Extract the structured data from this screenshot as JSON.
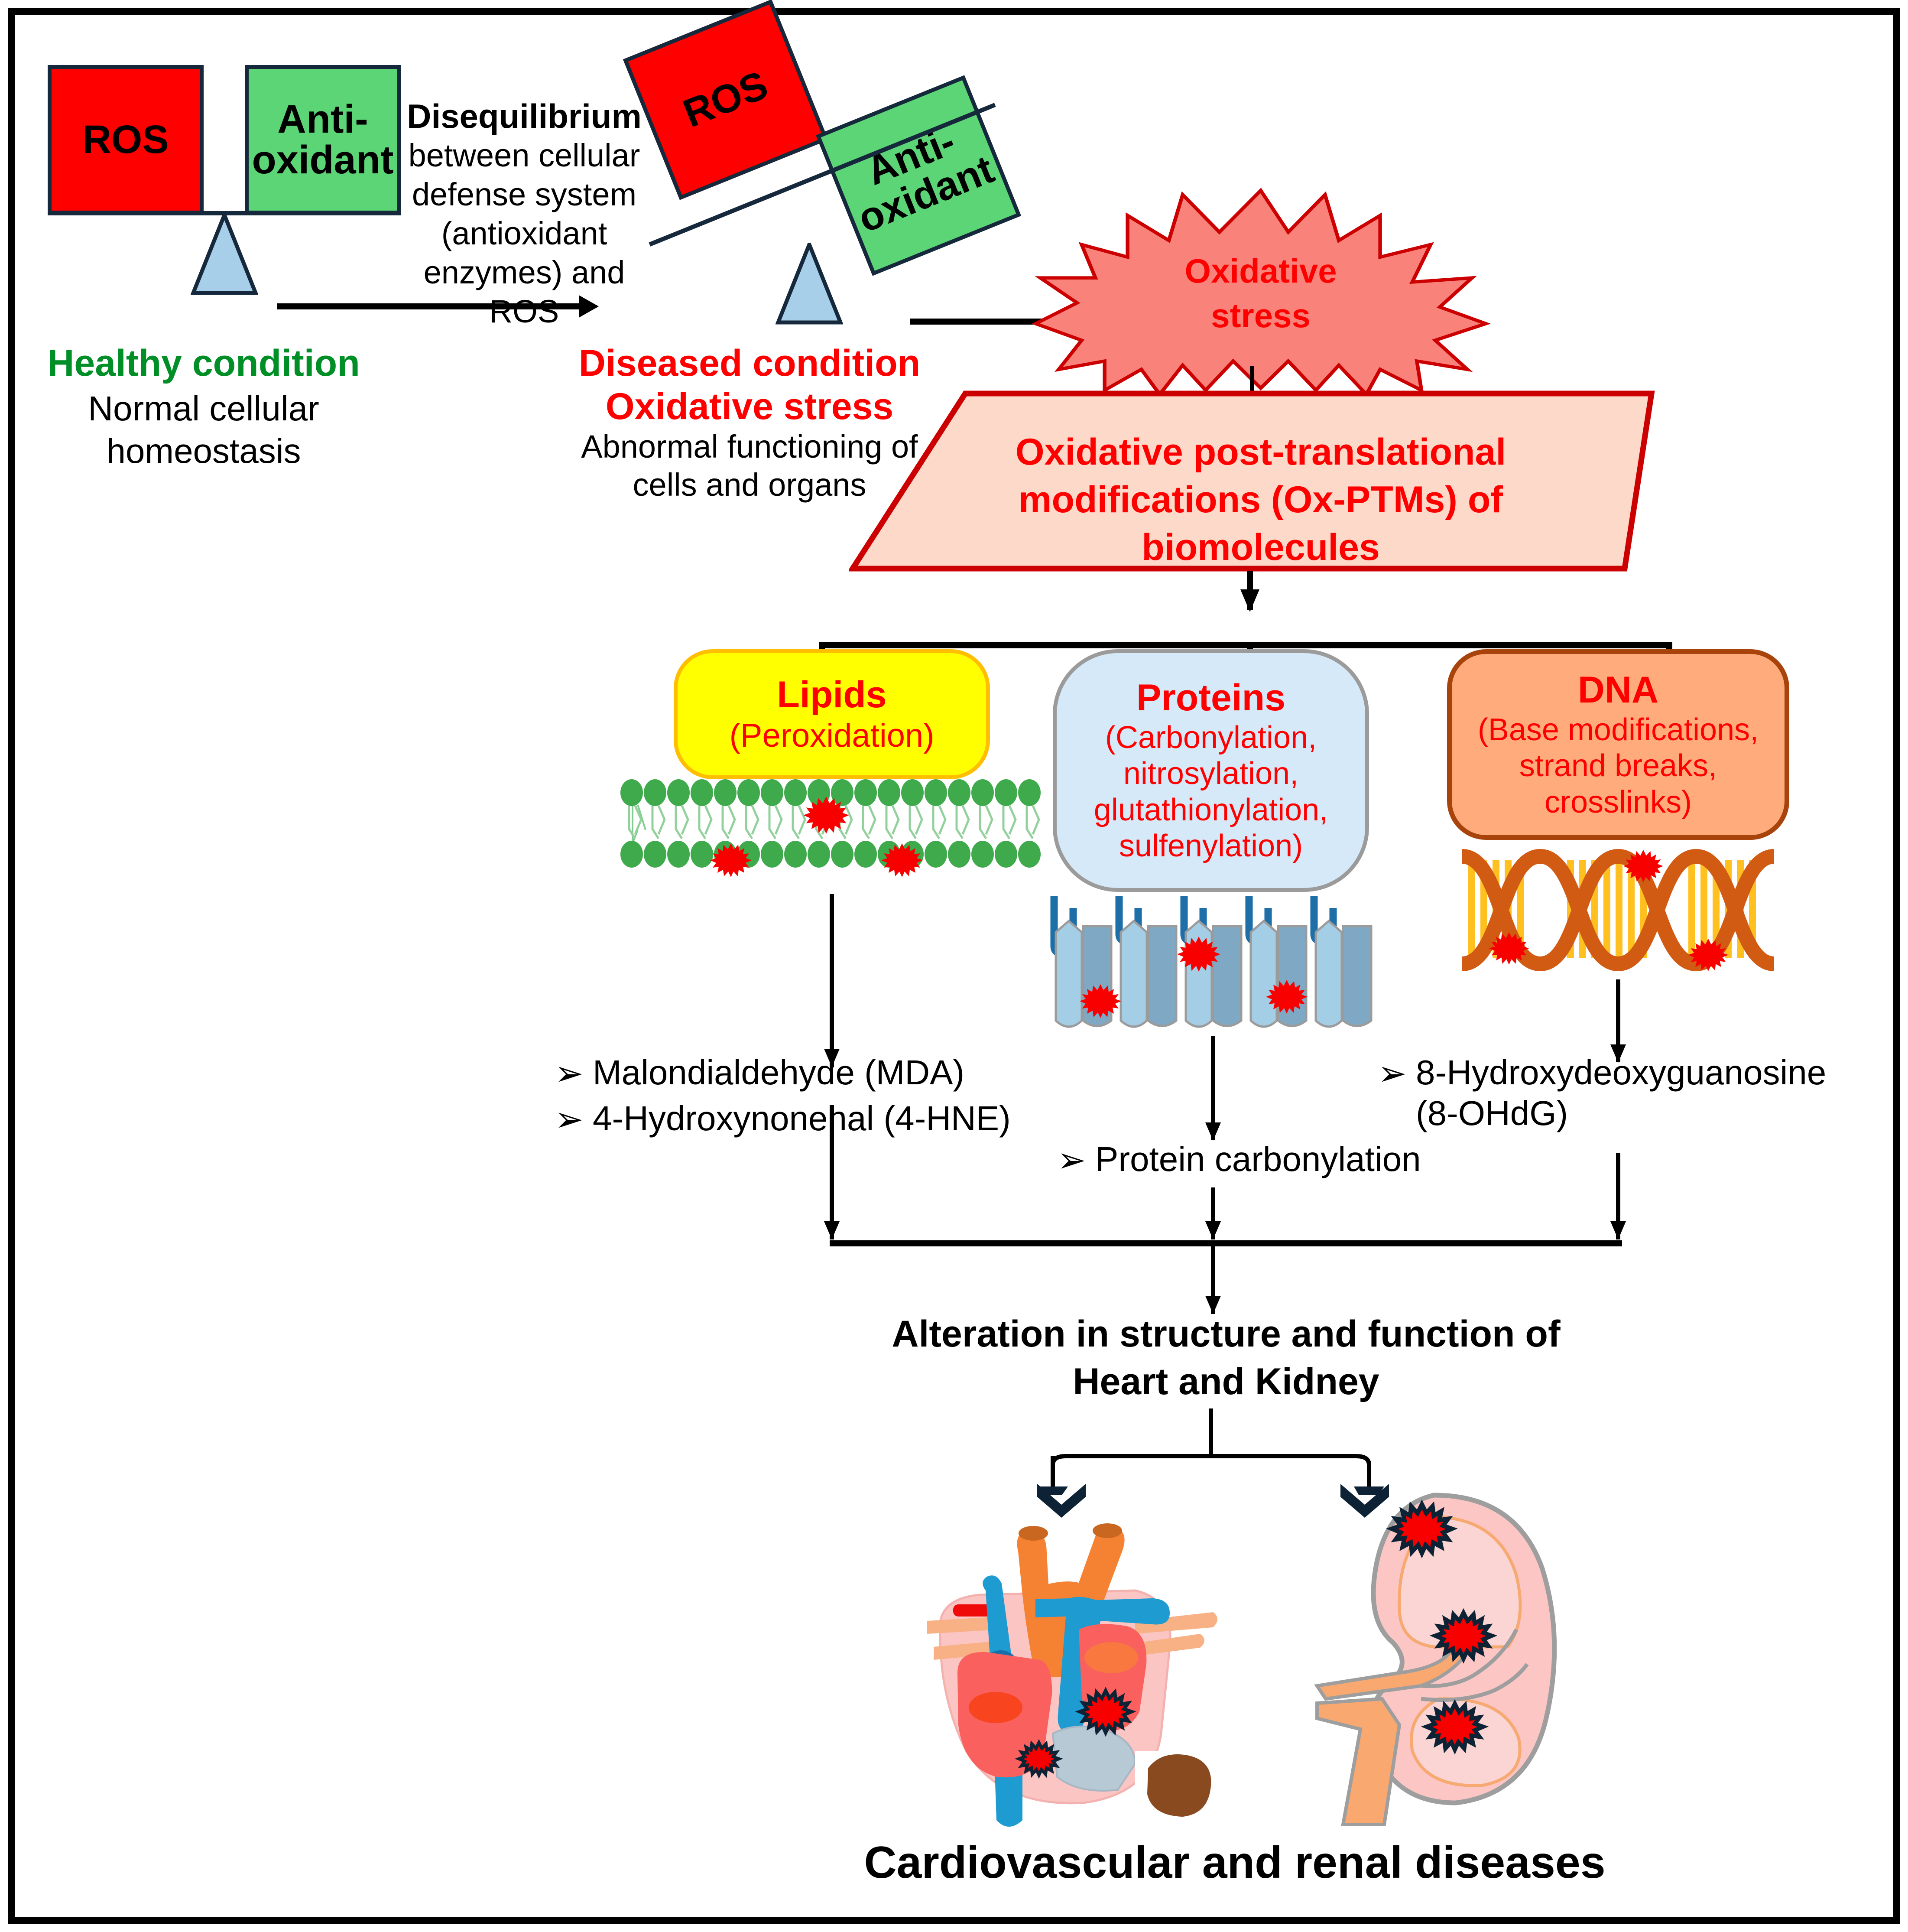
{
  "diagram": {
    "title_semantics": "Oxidative stress pathway to cardiovascular and renal diseases",
    "balance_healthy": {
      "ros_label": "ROS",
      "antioxidant_label": "Anti-\noxidant",
      "caption_title": "Healthy condition",
      "caption_body_line1": "Normal cellular",
      "caption_body_line2": "homeostasis"
    },
    "transition_text": {
      "line1": "Disequilibrium",
      "line2": "between cellular",
      "line3": "defense system",
      "line4": "(antioxidant",
      "line5": "enzymes) and",
      "line6": "ROS"
    },
    "balance_diseased": {
      "ros_label": "ROS",
      "antioxidant_label": "Anti-\noxidant",
      "caption_title_line1": "Diseased condition",
      "caption_title_line2": "Oxidative stress",
      "caption_body_line1": "Abnormal functioning of",
      "caption_body_line2": "cells and organs"
    },
    "burst": {
      "line1": "Oxidative",
      "line2": "stress"
    },
    "trapezoid": {
      "line1": "Oxidative post-translational",
      "line2": "modifications (Ox-PTMs) of",
      "line3": "biomolecules"
    },
    "targets": [
      {
        "key": "lipids",
        "heading": "Lipids",
        "sub_lines": [
          "(Peroxidation)"
        ],
        "fill": "#ffff00",
        "stroke": "#ffbf00",
        "markers": [
          "Malondialdehyde (MDA)",
          "4-Hydroxynonenal (4-HNE)"
        ]
      },
      {
        "key": "proteins",
        "heading": "Proteins",
        "sub_lines": [
          "(Carbonylation,",
          "nitrosylation,",
          "glutathionylation,",
          "sulfenylation)"
        ],
        "fill": "#d6e9f8",
        "stroke": "#9b9b9b",
        "markers": [
          "Protein carbonylation"
        ]
      },
      {
        "key": "dna",
        "heading": "DNA",
        "sub_lines": [
          "(Base modifications,",
          "strand breaks,",
          "crosslinks)"
        ],
        "fill": "#ffab7c",
        "stroke": "#a8430b",
        "markers": [
          "8-Hydroxydeoxyguanosine",
          "(8-OHdG)"
        ]
      }
    ],
    "bullet_glyph": "➢",
    "outcome": {
      "line1": "Alteration in structure and function of",
      "line2": "Heart and Kidney"
    },
    "final": "Cardiovascular and renal diseases",
    "organs": {
      "heart_label": "heart-illustration",
      "kidney_label": "kidney-illustration"
    },
    "colors": {
      "ros_red": "#fe0000",
      "antioxidant_green": "#5cd577",
      "fulcrum_blue": "#a8cfea",
      "healthy_green_text": "#008f26",
      "diseased_red_text": "#ff0000",
      "burst_fill": "#f9837b",
      "burst_stroke": "#cc0000",
      "trapezoid_fill": "#fcd9c8",
      "trapezoid_stroke": "#cc0000",
      "lipid_yellow": "#ffff00",
      "protein_blue": "#d6e9f8",
      "dna_orange": "#ffab7c",
      "membrane_green": "#3faa4b",
      "dna_helix_orange": "#d25b14",
      "spark_red": "#f80000"
    }
  }
}
